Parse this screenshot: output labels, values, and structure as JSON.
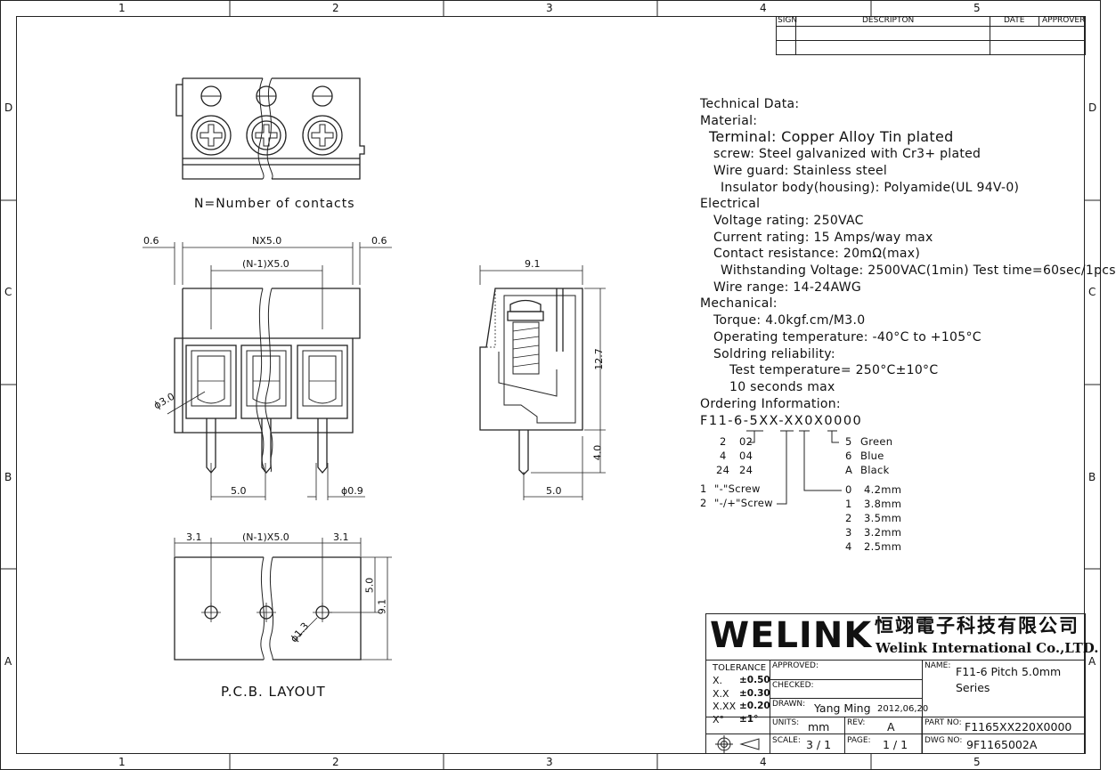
{
  "ruler": {
    "columns": [
      "1",
      "2",
      "3",
      "4",
      "5"
    ],
    "rows": [
      "D",
      "C",
      "B",
      "A"
    ]
  },
  "revision_block": {
    "sign": "SIGN",
    "description": "DESCRIPTON",
    "date": "DATE",
    "approver": "APPROVER"
  },
  "technical_data": [
    {
      "text": "Technical Data:",
      "indent": 0,
      "size": "normal"
    },
    {
      "text": "Material:",
      "indent": 0,
      "size": "normal"
    },
    {
      "text": "Terminal: Copper Alloy Tin plated",
      "indent": 1,
      "size": "big"
    },
    {
      "text": "screw: Steel galvanized with Cr3+ plated",
      "indent": 2,
      "size": "normal"
    },
    {
      "text": "Wire guard: Stainless steel",
      "indent": 2,
      "size": "normal"
    },
    {
      "text": "Insulator body(housing): Polyamide(UL 94V-0)",
      "indent": 3,
      "size": "normal"
    },
    {
      "text": "Electrical",
      "indent": 0,
      "size": "normal"
    },
    {
      "text": "Voltage rating: 250VAC",
      "indent": 2,
      "size": "normal"
    },
    {
      "text": "Current rating: 15 Amps/way max",
      "indent": 2,
      "size": "normal"
    },
    {
      "text": "Contact resistance: 20mΩ(max)",
      "indent": 2,
      "size": "normal"
    },
    {
      "text": "Withstanding Voltage: 2500VAC(1min) Test time=60sec/1pcs",
      "indent": 3,
      "size": "normal"
    },
    {
      "text": "Wire range: 14-24AWG",
      "indent": 2,
      "size": "normal"
    },
    {
      "text": "Mechanical:",
      "indent": 0,
      "size": "normal"
    },
    {
      "text": "Torque: 4.0kgf.cm/M3.0",
      "indent": 2,
      "size": "normal"
    },
    {
      "text": "Operating temperature: -40°C to +105°C",
      "indent": 2,
      "size": "normal"
    },
    {
      "text": "Soldring reliability:",
      "indent": 2,
      "size": "normal"
    },
    {
      "text": "Test temperature= 250°C±10°C",
      "indent": 4,
      "size": "normal"
    },
    {
      "text": "10 seconds max",
      "indent": 4,
      "size": "normal"
    },
    {
      "text": "Ordering Information:",
      "indent": 0,
      "size": "normal"
    }
  ],
  "ordering": {
    "code": "F11-6-5XX-XX0X0000",
    "contacts": [
      [
        "2",
        "02"
      ],
      [
        "4",
        "04"
      ],
      [
        "24",
        "24"
      ]
    ],
    "screw": [
      [
        "1",
        "\"-\"Screw"
      ],
      [
        "2",
        "\"-/+\"Screw"
      ]
    ],
    "colors": [
      [
        "5",
        "Green"
      ],
      [
        "6",
        "Blue"
      ],
      [
        "A",
        "Black"
      ]
    ],
    "hole": [
      [
        "0",
        "4.2mm"
      ],
      [
        "1",
        "3.8mm"
      ],
      [
        "2",
        "3.5mm"
      ],
      [
        "3",
        "3.2mm"
      ],
      [
        "4",
        "2.5mm"
      ]
    ]
  },
  "views": {
    "top_caption": "N=Number of contacts",
    "pcb_caption": "P.C.B. LAYOUT"
  },
  "dims": {
    "edge": "0.6",
    "nx": "NX5.0",
    "n1x": "(N-1)X5.0",
    "phi3": "ϕ3.0",
    "pitch": "5.0",
    "phi09": "ϕ0.9",
    "side_w": "9.1",
    "side_h": "12.7",
    "side_pin": "4.0",
    "side_pitch": "5.0",
    "pcb_edge": "3.1",
    "pcb_h1": "5.0",
    "pcb_h2": "9.1",
    "pcb_hole": "ϕ1.3"
  },
  "title_block": {
    "logo": "WELINK",
    "company_cn": "恒翊電子科技有限公司",
    "company_en": "Welink International Co.,LTD.",
    "tolerance_label": "TOLERANCE",
    "tolerances": [
      [
        "X.",
        "±0.50"
      ],
      [
        "X.X",
        "±0.30"
      ],
      [
        "X.XX",
        "±0.20"
      ],
      [
        "X°",
        "±1°"
      ]
    ],
    "approved_label": "APPROVED:",
    "checked_label": "CHECKED:",
    "drawn_label": "DRAWN:",
    "drawn_value": "Yang Ming",
    "drawn_date": "2012,06,20",
    "units_label": "UNITS:",
    "units_value": "mm",
    "rev_label": "REV:",
    "rev_value": "A",
    "scale_label": "SCALE:",
    "scale_value": "3 / 1",
    "page_label": "PAGE:",
    "page_value": "1 / 1",
    "name_label": "NAME:",
    "name_line1": "F11-6  Pitch 5.0mm",
    "name_line2": "Series",
    "part_label": "PART NO:",
    "part_value": "F1165XX220X0000",
    "dwg_label": "DWG NO:",
    "dwg_value": "9F1165002A"
  }
}
